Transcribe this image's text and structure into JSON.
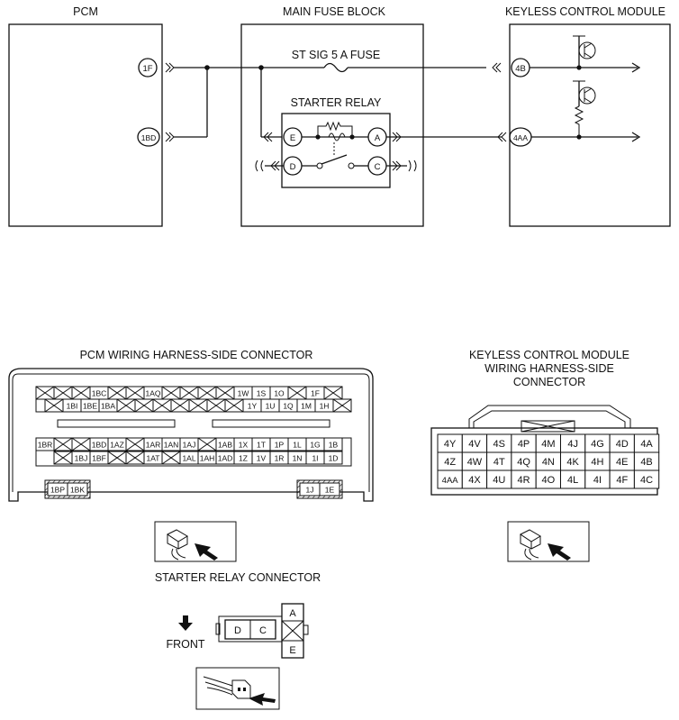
{
  "titles": {
    "pcm": "PCM",
    "fuse_block": "MAIN FUSE BLOCK",
    "kcm": "KEYLESS CONTROL MODULE",
    "fuse": "ST SIG 5 A FUSE",
    "relay": "STARTER RELAY",
    "pcm_connector": "PCM WIRING HARNESS-SIDE CONNECTOR",
    "kcm_connector_1": "KEYLESS CONTROL MODULE",
    "kcm_connector_2": "WIRING HARNESS-SIDE",
    "kcm_connector_3": "CONNECTOR",
    "relay_connector": "STARTER RELAY CONNECTOR",
    "front": "FRONT"
  },
  "terminals": {
    "pcm_1f": "1F",
    "pcm_1bd": "1BD",
    "kcm_4b": "4B",
    "kcm_4aa": "4AA",
    "relay_a": "A",
    "relay_c": "C",
    "relay_d": "D",
    "relay_e": "E"
  },
  "pcm_connector": {
    "row1": [
      "",
      "",
      "",
      "1BC",
      "",
      "",
      "1AQ",
      "",
      "",
      "",
      "",
      "1W",
      "1S",
      "1O",
      "",
      "1F",
      ""
    ],
    "row2": [
      "",
      "1BI",
      "1BE",
      "1BA",
      "",
      "",
      "",
      "",
      "",
      "",
      "",
      "1Y",
      "1U",
      "1Q",
      "1M",
      "1H",
      ""
    ],
    "row3": [
      "1BR",
      "",
      "",
      "1BD",
      "1AZ",
      "",
      "1AR",
      "1AN",
      "1AJ",
      "",
      "1AB",
      "1X",
      "1T",
      "1P",
      "1L",
      "1G",
      "1B"
    ],
    "row4": [
      "",
      "1BJ",
      "1BF",
      "",
      "",
      "1AT",
      "",
      "1AL",
      "1AH",
      "1AD",
      "1Z",
      "1V",
      "1R",
      "1N",
      "1I",
      "1D"
    ],
    "corner_left": [
      "1BP",
      "1BK"
    ],
    "corner_right": [
      "1J",
      "1E"
    ]
  },
  "kcm_connector": {
    "rows": [
      [
        "4Y",
        "4V",
        "4S",
        "4P",
        "4M",
        "4J",
        "4G",
        "4D",
        "4A"
      ],
      [
        "4Z",
        "4W",
        "4T",
        "4Q",
        "4N",
        "4K",
        "4H",
        "4E",
        "4B"
      ],
      [
        "4AA",
        "4X",
        "4U",
        "4R",
        "4O",
        "4L",
        "4I",
        "4F",
        "4C"
      ]
    ]
  },
  "relay_connector": {
    "left": [
      "D",
      "C"
    ],
    "right": [
      "A",
      "E"
    ]
  }
}
